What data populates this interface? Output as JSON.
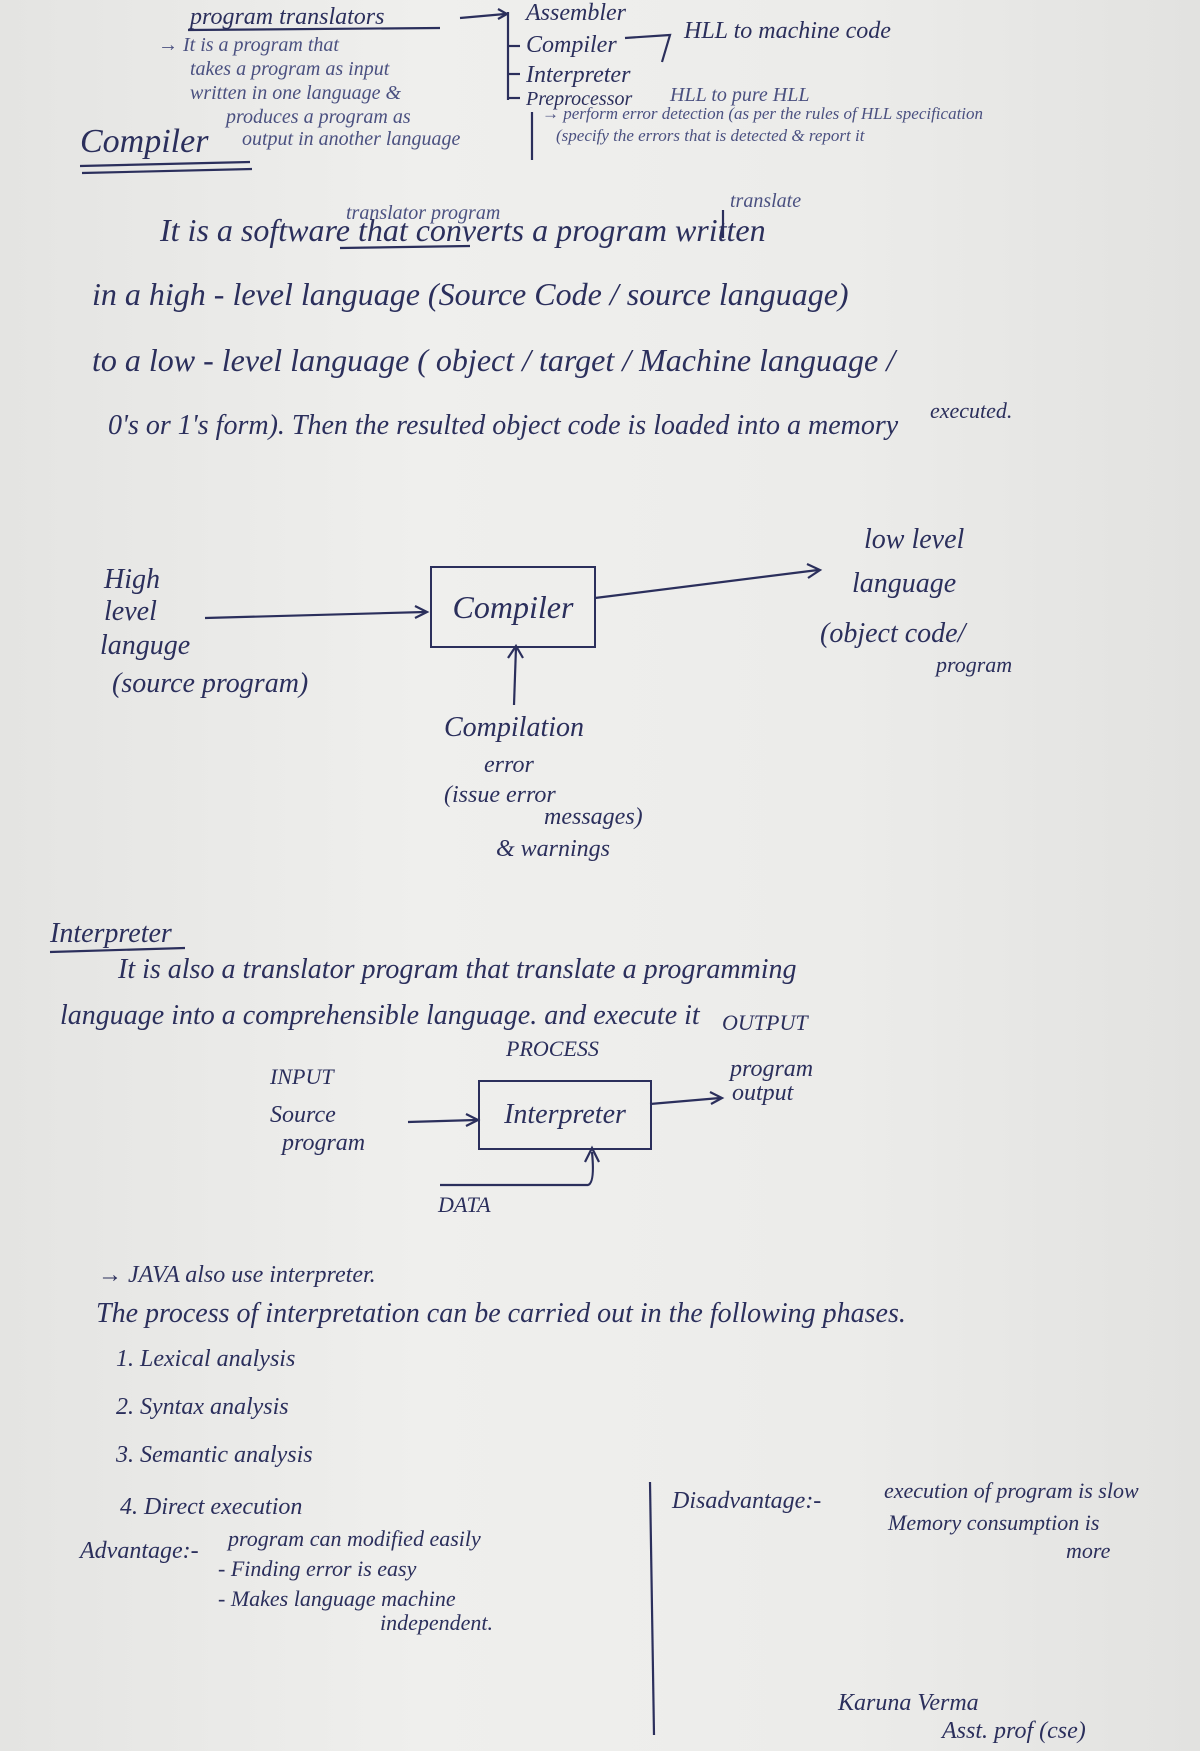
{
  "top_note": {
    "title": "program translators",
    "definition": [
      "→ It is a program that",
      "takes a program as input",
      "written in one language &",
      "produces a program as",
      "output in another language"
    ],
    "types": {
      "assembler": "Assembler",
      "compiler": "Compiler",
      "interpreter": "Interpreter",
      "preprocessor": "Preprocessor",
      "hll_note": "HLL  to  machine  code",
      "preprocessor_note": "HLL  to  pure HLL",
      "error_note_1": "→ perform error detection (as per the rules of HLL specification",
      "error_note_2": "(specify the errors that is detected & report it"
    }
  },
  "compiler": {
    "heading": "Compiler",
    "insert_translator": "translator program",
    "insert_translate": "translate",
    "lines": [
      "It  is  a  software  that  converts a  program  written",
      "in  a  high - level  language  (Source  Code / source  language)",
      "to  a  low - level  language  ( object / target / Machine  language /",
      "0's  or  1's  form).  Then the resulted object code is loaded into a memory"
    ],
    "executed": "executed."
  },
  "compiler_diagram": {
    "input_label": [
      "High",
      "level",
      "languge",
      "(source program)"
    ],
    "box": "Compiler",
    "output_label": [
      "low level",
      "language",
      "(object code/",
      "program"
    ],
    "error_label": [
      "Compilation",
      "error",
      "(issue error",
      "messages)",
      "& warnings"
    ]
  },
  "interpreter": {
    "heading": "Interpreter",
    "lines": [
      "It is also a translator program that translate a programming",
      "language into a comprehensible language. and execute it"
    ],
    "input_heading": "INPUT",
    "process_heading": "PROCESS",
    "output_heading": "OUTPUT",
    "input_label": [
      "Source",
      "program"
    ],
    "box": "Interpreter",
    "output_label": [
      "program",
      "output"
    ],
    "data_label": "DATA"
  },
  "phases": {
    "java_note": "→ JAVA also use interpreter.",
    "intro": "The process of interpretation can be carried out in the following phases.",
    "items": [
      "1.  Lexical analysis",
      "2.  Syntax analysis",
      "3.  Semantic analysis",
      "4.  Direct execution"
    ]
  },
  "advantage": {
    "label": "Advantage:-",
    "items": [
      "program can modified easily",
      "- Finding error is easy",
      "- Makes language machine",
      "independent."
    ]
  },
  "disadvantage": {
    "label": "Disadvantage:-",
    "items": [
      "execution of program is slow",
      "Memory consumption is",
      "more"
    ]
  },
  "signature": {
    "name": "Karuna Verma",
    "title": "Asst. prof (cse)"
  }
}
